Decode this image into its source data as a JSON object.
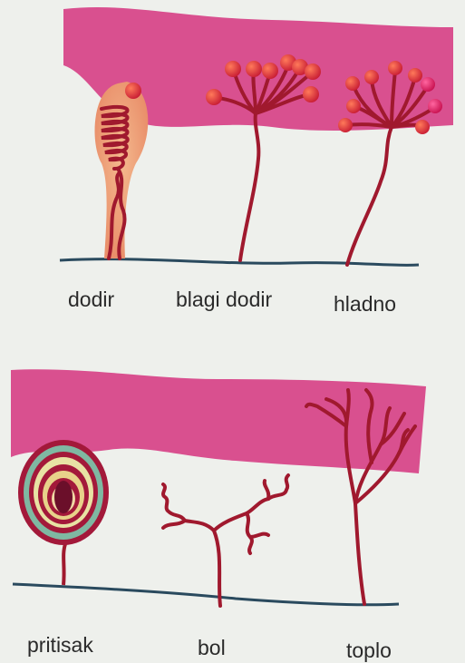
{
  "colors": {
    "background": "#eef0ec",
    "epidermis_band": "#d9508f",
    "nerve": "#a0192e",
    "ending_ball": "#e0283c",
    "ground_line": "#2a4a5e",
    "label_text": "#2a2a2a"
  },
  "top_panel": {
    "labels": [
      "dodir",
      "blagi dodir",
      "hladno"
    ]
  },
  "bottom_panel": {
    "labels": [
      "pritisak",
      "bol",
      "toplo"
    ]
  }
}
